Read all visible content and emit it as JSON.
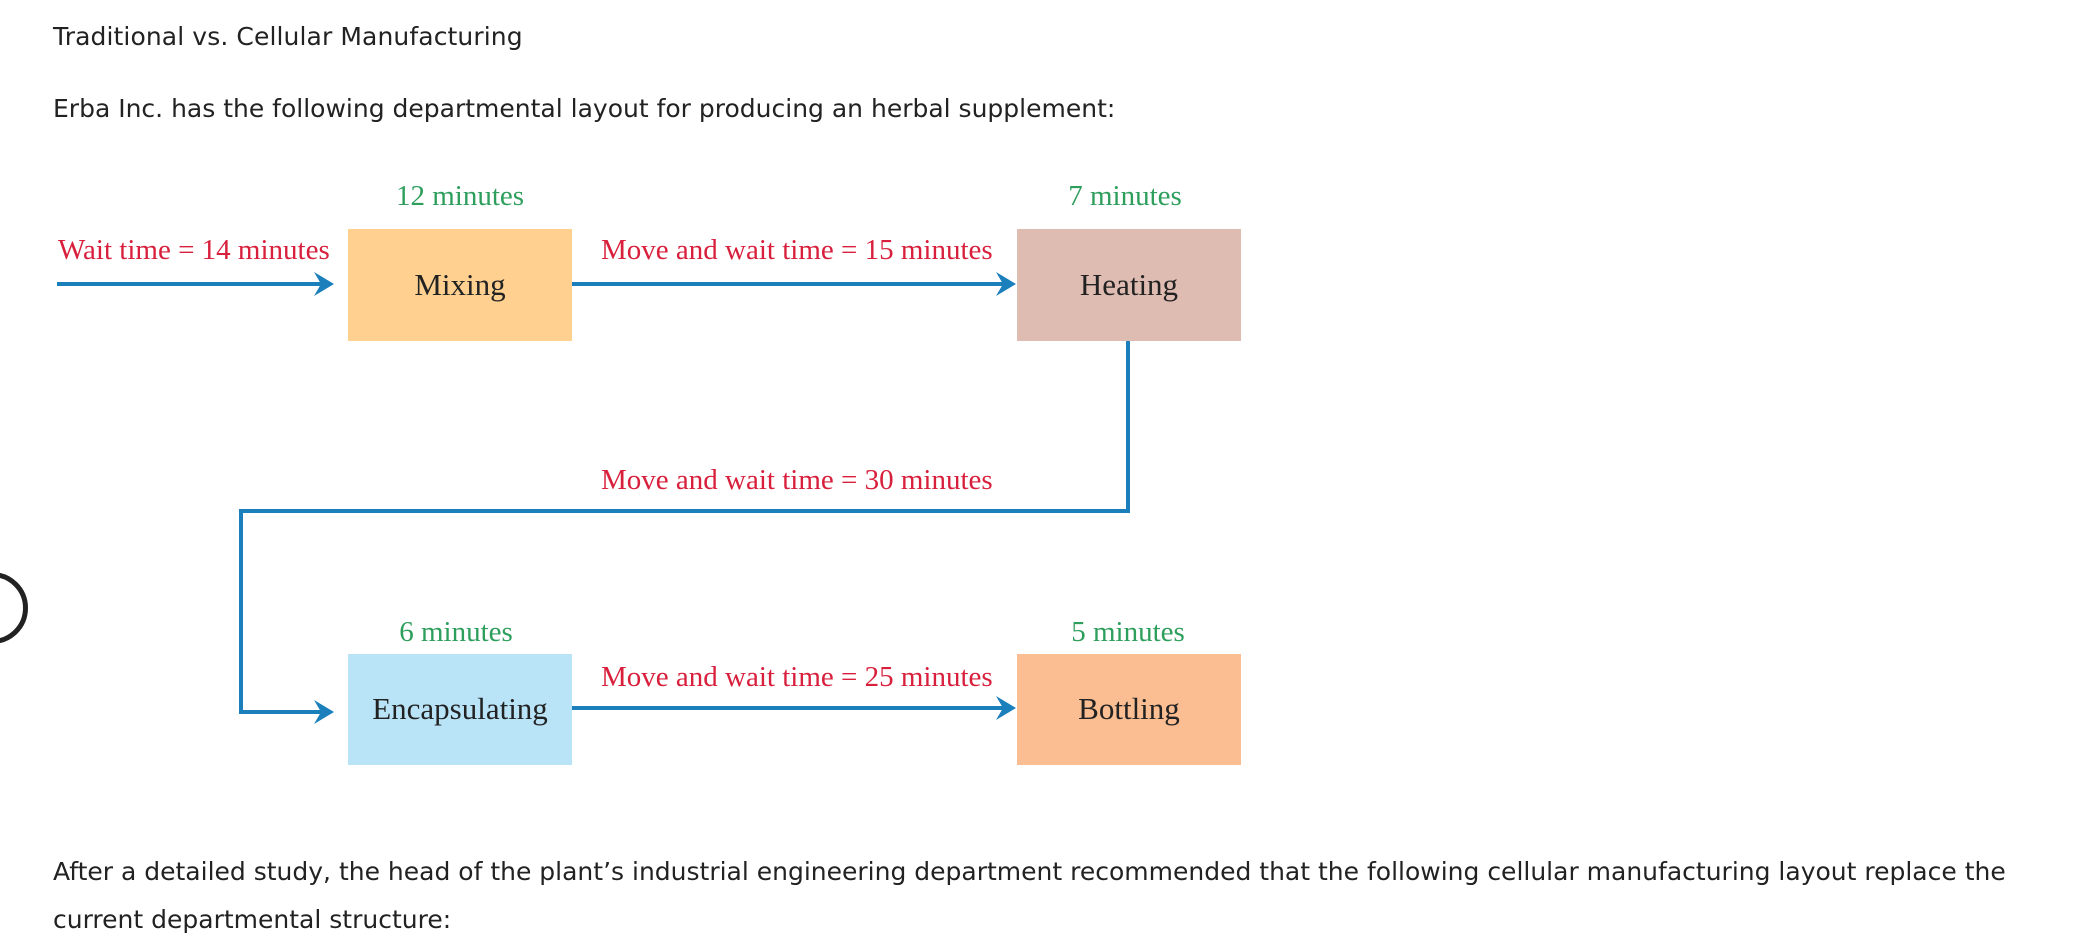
{
  "page": {
    "title": "Traditional vs. Cellular Manufacturing",
    "intro": "Erba Inc. has the following departmental layout for producing an herbal supplement:",
    "after": "After a detailed study, the head of the plant’s industrial engineering department recommended that the following cellular manufacturing layout replace the current departmental structure:"
  },
  "diagram": {
    "departments": [
      {
        "name": "Mixing",
        "time": "12 minutes",
        "color": "#ffd08f"
      },
      {
        "name": "Heating",
        "time": "7 minutes",
        "color": "#dfbcb2"
      },
      {
        "name": "Encapsulating",
        "time": "6 minutes",
        "color": "#b9e4f7"
      },
      {
        "name": "Bottling",
        "time": "5 minutes",
        "color": "#fbbe92"
      }
    ],
    "flows": [
      {
        "label": "Wait time = 14 minutes"
      },
      {
        "label": "Move and wait time = 15 minutes"
      },
      {
        "label": "Move and wait time = 30 minutes"
      },
      {
        "label": "Move and wait time = 25 minutes"
      }
    ],
    "colors": {
      "arrow": "#1a7fbb",
      "wait_label": "#d8203d",
      "time_label": "#2e9e5c"
    }
  }
}
